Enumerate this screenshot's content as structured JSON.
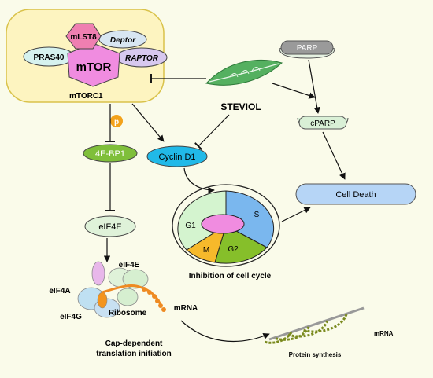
{
  "mtorc1": {
    "complex_label": "mTORC1",
    "mtor": "mTOR",
    "mlst8": "mLST8",
    "deptor": "Deptor",
    "raptor": "RAPTOR",
    "pras40": "PRAS40",
    "phospho": "p"
  },
  "steviol": {
    "label": "STEVIOL"
  },
  "parp": {
    "parp": "PARP",
    "cparp": "cPARP"
  },
  "nodes": {
    "four_ebp1": "4E-BP1",
    "cyclin_d1": "Cyclin D1",
    "eif4e": "eIF4E",
    "cell_death": "Cell Death"
  },
  "cell_cycle": {
    "g1": "G1",
    "s": "S",
    "g2": "G2",
    "m": "M",
    "caption": "Inhibition of cell cycle"
  },
  "translation": {
    "eif4a": "eIF4A",
    "eif4g": "eIF4G",
    "eif4e": "eIF4E",
    "ribosome": "Ribosome",
    "mrna": "mRNA",
    "caption_line1": "Cap-dependent",
    "caption_line2": "translation initiation"
  },
  "protein_synthesis": {
    "mrna": "mRNA",
    "caption": "Protein synthesis"
  },
  "colors": {
    "background": "#fafbea",
    "mtorc1_fill": "#fdf4c0",
    "mtorc1_stroke": "#d9c24a",
    "mtor": "#f08ce0",
    "mlst8": "#ef7fb1",
    "deptor": "#d8e6f2",
    "raptor": "#d7c8ef",
    "pras40": "#d6f2ef",
    "phospho": "#f3a21a",
    "four_ebp1": "#7fbf3a",
    "cyclin_d1": "#21b9e8",
    "cell_death": "#b6d5f6",
    "eif4e": "#dff2d9",
    "parp": "#9a9a9a",
    "cparp": "#d9f0d6",
    "g1": "#d4f4cf",
    "s": "#7ab7ee",
    "g2": "#86bf2a",
    "m": "#f6b92b",
    "nucleus": "#f08ce0",
    "mrna_strand": "#ee8a22",
    "leaf": "#55b060"
  }
}
